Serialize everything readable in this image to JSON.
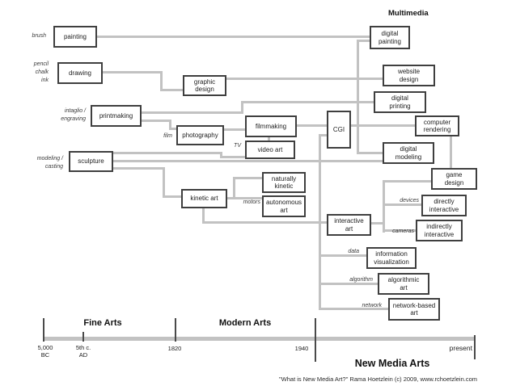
{
  "title": "Multimedia",
  "nodes": {
    "painting": "painting",
    "drawing": "drawing",
    "printmaking": "printmaking",
    "sculpture": "sculpture",
    "graphic_design": "graphic\ndesign",
    "photography": "photography",
    "filmmaking": "filmmaking",
    "video_art": "video art",
    "kinetic_art": "kinetic art",
    "naturally_kinetic": "naturally\nkinetic",
    "autonomous_art": "autonomous\nart",
    "cgi": "CGI",
    "interactive_art": "interactive\nart",
    "digital_painting": "digital\npainting",
    "website_design": "website\ndesign",
    "digital_printing": "digital\nprinting",
    "computer_rendering": "computer\nrendering",
    "digital_modeling": "digital\nmodeling",
    "game_design": "game\ndesign",
    "directly_interactive": "directly\ninteractive",
    "indirectly_interactive": "indirectly\ninteractive",
    "information_visualization": "information\nvisualization",
    "algorithmic_art": "algorithmic\nart",
    "network_based_art": "network-based\nart"
  },
  "tool_labels": {
    "brush": "brush",
    "pencil_chalk_ink": "pencil\nchalk\nink",
    "intaglio_engraving": "intaglio /\nengraving",
    "modeling_casting": "modeling /\ncasting",
    "film": "film",
    "tv": "TV",
    "motors": "motors",
    "devices": "devices",
    "cameras": "cameras",
    "data": "data",
    "algorithm": "algorithm",
    "network": "network"
  },
  "timeline": {
    "eras": {
      "fine": "Fine Arts",
      "modern": "Modern Arts",
      "new_media": "New Media Arts"
    },
    "ticks": {
      "t0": "5,000\nBC",
      "t1": "5th c.\nAD",
      "t2": "1820",
      "t3": "1940",
      "t4": "present"
    }
  },
  "edges": [
    [
      "painting",
      "digital painting"
    ],
    [
      "drawing",
      "graphic design"
    ],
    [
      "printmaking",
      "graphic design"
    ],
    [
      "printmaking",
      "digital printing"
    ],
    [
      "printmaking",
      "photography"
    ],
    [
      "graphic design",
      "website design"
    ],
    [
      "photography",
      "filmmaking"
    ],
    [
      "filmmaking",
      "video art"
    ],
    [
      "filmmaking",
      "CGI"
    ],
    [
      "CGI",
      "computer rendering"
    ],
    [
      "CGI",
      "digital modeling"
    ],
    [
      "computer rendering",
      "game design"
    ],
    [
      "sculpture",
      "video art"
    ],
    [
      "sculpture",
      "digital modeling"
    ],
    [
      "sculpture",
      "kinetic art"
    ],
    [
      "kinetic art",
      "naturally kinetic"
    ],
    [
      "kinetic art",
      "autonomous art"
    ],
    [
      "kinetic art",
      "interactive art"
    ],
    [
      "CGI",
      "interactive art"
    ],
    [
      "interactive art",
      "game design"
    ],
    [
      "interactive art",
      "directly interactive"
    ],
    [
      "interactive art",
      "indirectly interactive"
    ],
    [
      "CGI",
      "information visualization"
    ],
    [
      "CGI",
      "algorithmic art"
    ],
    [
      "CGI",
      "network-based art"
    ]
  ],
  "colors": {
    "connector": "#c2c2c2",
    "box_border": "#3f3f3f",
    "tick": "#4a4a4a"
  },
  "citation": "\"What is New Media Art?\" Rama Hoetzlein (c) 2009, www.rchoetzlein.com"
}
